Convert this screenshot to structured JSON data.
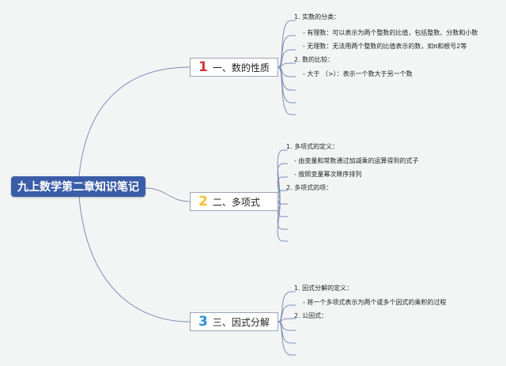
{
  "root": {
    "title": "九上数学第二章知识笔记"
  },
  "branches": [
    {
      "num": "1",
      "num_color": "#d6333a",
      "label": "一、数的性质"
    },
    {
      "num": "2",
      "num_color": "#f2c230",
      "label": "二、多项式"
    },
    {
      "num": "3",
      "num_color": "#2a8fd6",
      "label": "三、因式分解"
    }
  ],
  "leaves": {
    "b1": [
      "1. 实数的分类：",
      "- 有理数：可以表示为两个整数的比值，包括整数、分数和小数",
      "- 无理数：无法用两个整数的比值表示的数，如π和根号2等",
      "2. 数的比较：",
      "- 大于 （>）：表示一个数大于另一个数"
    ],
    "b2": [
      "1. 多项式的定义：",
      "- 由变量和常数通过加减乘的运算得到的式子",
      "- 按照变量幂次降序排列",
      "2. 多项式的项："
    ],
    "b3": [
      "1. 因式分解的定义：",
      "- 将一个多项式表示为两个或多个因式的乘积的过程",
      "2. 公因式："
    ]
  },
  "colors": {
    "link": "#7d8fb5",
    "root_bg": "#3b5da8",
    "background": "#f3f5f5"
  }
}
